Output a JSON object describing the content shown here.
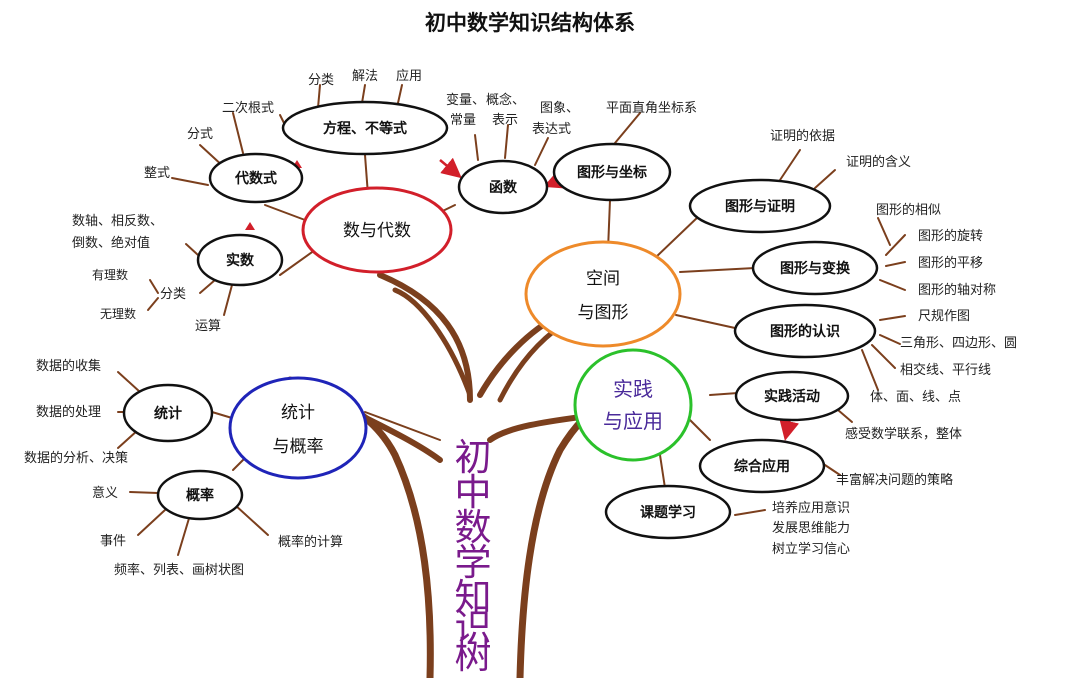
{
  "title": "初中数学知识结构体系",
  "trunk_title": [
    "初",
    "中",
    "数",
    "学",
    "知",
    "识",
    "树"
  ],
  "colors": {
    "branch": "#7b3f1d",
    "number_algebra_ring": "#d21f2a",
    "space_geometry_ring": "#ee8a2a",
    "statistics_ring": "#1f24b8",
    "practice_ring": "#2bc12b",
    "node_ring": "#111111",
    "arrow": "#d21f2a",
    "trunk_text": "#7a1a8c"
  },
  "main_nodes": {
    "number_algebra": "数与代数",
    "space_geometry": [
      "空间",
      "与图形"
    ],
    "statistics": [
      "统计",
      "与概率"
    ],
    "practice": [
      "实践",
      "与应用"
    ]
  },
  "nodes": {
    "equation": "方程、不等式",
    "algebraic_expr": "代数式",
    "real_number": "实数",
    "function": "函数",
    "graph_coords": "图形与坐标",
    "proof": "图形与证明",
    "transform": "图形与变换",
    "recognition": "图形的认识",
    "statistics": "统计",
    "probability": "概率",
    "practice_activity": "实践活动",
    "comprehensive": "综合应用",
    "project": "课题学习"
  },
  "leaves": {
    "equation": [
      "分类",
      "解法",
      "应用"
    ],
    "radical": "二次根式",
    "fraction": "分式",
    "integral": "整式",
    "function": [
      "变量、",
      "常量",
      "概念、",
      "表示",
      "图象、",
      "表达式"
    ],
    "coords": "平面直角坐标系",
    "real": [
      "数轴、相反数、",
      "倒数、绝对值",
      "有理数",
      "无理数",
      "分类",
      "运算"
    ],
    "proof": [
      "证明的依据",
      "证明的含义"
    ],
    "transform": [
      "图形的相似",
      "图形的旋转",
      "图形的平移",
      "图形的轴对称"
    ],
    "recognition": [
      "尺规作图",
      "三角形、四边形、圆",
      "相交线、平行线",
      "体、面、线、点"
    ],
    "statistics": [
      "数据的收集",
      "数据的处理",
      "数据的分析、决策"
    ],
    "probability": [
      "意义",
      "事件",
      "频率、列表、画树状图",
      "概率的计算"
    ],
    "practice_activity": "感受数学联系，整体",
    "comprehensive": "丰富解决问题的策略",
    "project": [
      "培养应用意识",
      "发展思维能力",
      "树立学习信心"
    ]
  }
}
